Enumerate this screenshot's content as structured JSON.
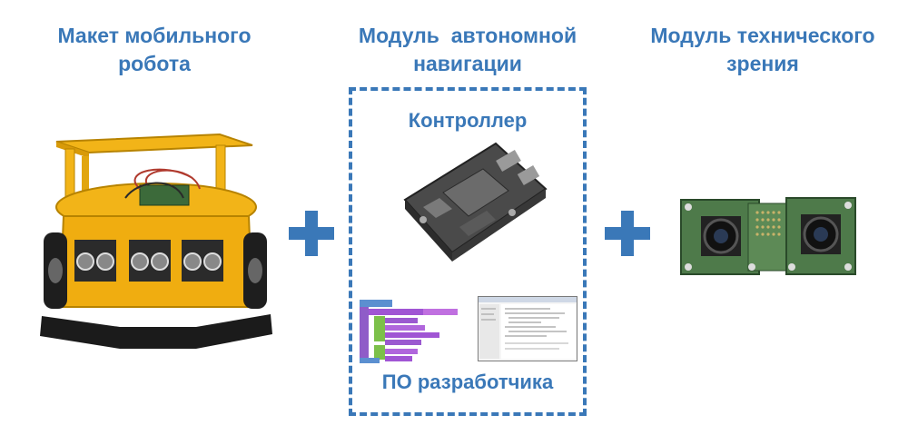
{
  "columns": {
    "robot": {
      "title_line1": "Макет мобильного",
      "title_line2": "робота"
    },
    "navigation": {
      "title_line1": "Модуль  автономной",
      "title_line2": "навигации",
      "controller_label": "Контроллер",
      "software_label": "ПО разработчика"
    },
    "vision": {
      "title_line1": "Модуль технического",
      "title_line2": "зрения"
    }
  },
  "colors": {
    "accent": "#3a78b8",
    "robot_body": "#f2b418",
    "board_green": "#4e7a4a"
  },
  "icons": {
    "join": "plus-icon"
  }
}
